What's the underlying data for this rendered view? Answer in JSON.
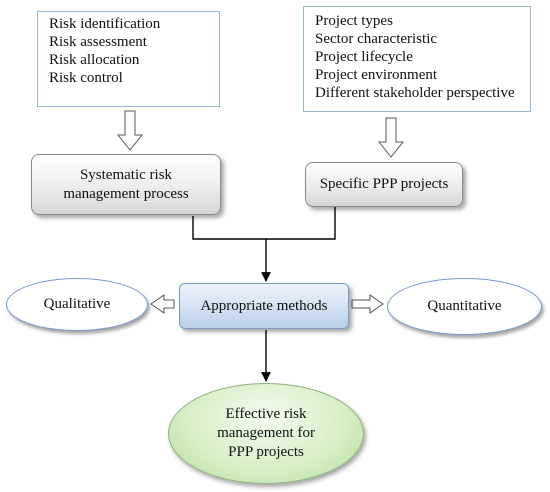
{
  "risk_activities": [
    "Risk identification",
    "Risk assessment",
    "Risk allocation",
    "Risk control"
  ],
  "project_aspects": [
    "Project types",
    "Sector characteristic",
    "Project lifecycle",
    "Project environment",
    "Different stakeholder perspective"
  ],
  "process_box": {
    "line1": "Systematic risk",
    "line2": "management process"
  },
  "ppp_box": {
    "label": "Specific PPP projects"
  },
  "methods_box": {
    "label": "Appropriate methods"
  },
  "qualitative": {
    "label": "Qualitative"
  },
  "quantitative": {
    "label": "Quantitative"
  },
  "goal": {
    "line1": "Effective risk",
    "line2": "management for",
    "line3": "PPP projects"
  },
  "colors": {
    "box_border": "#9ab4d6",
    "method_fill": "#cfdff1",
    "goal_fill": "#d7efc8",
    "line": "#000000"
  }
}
